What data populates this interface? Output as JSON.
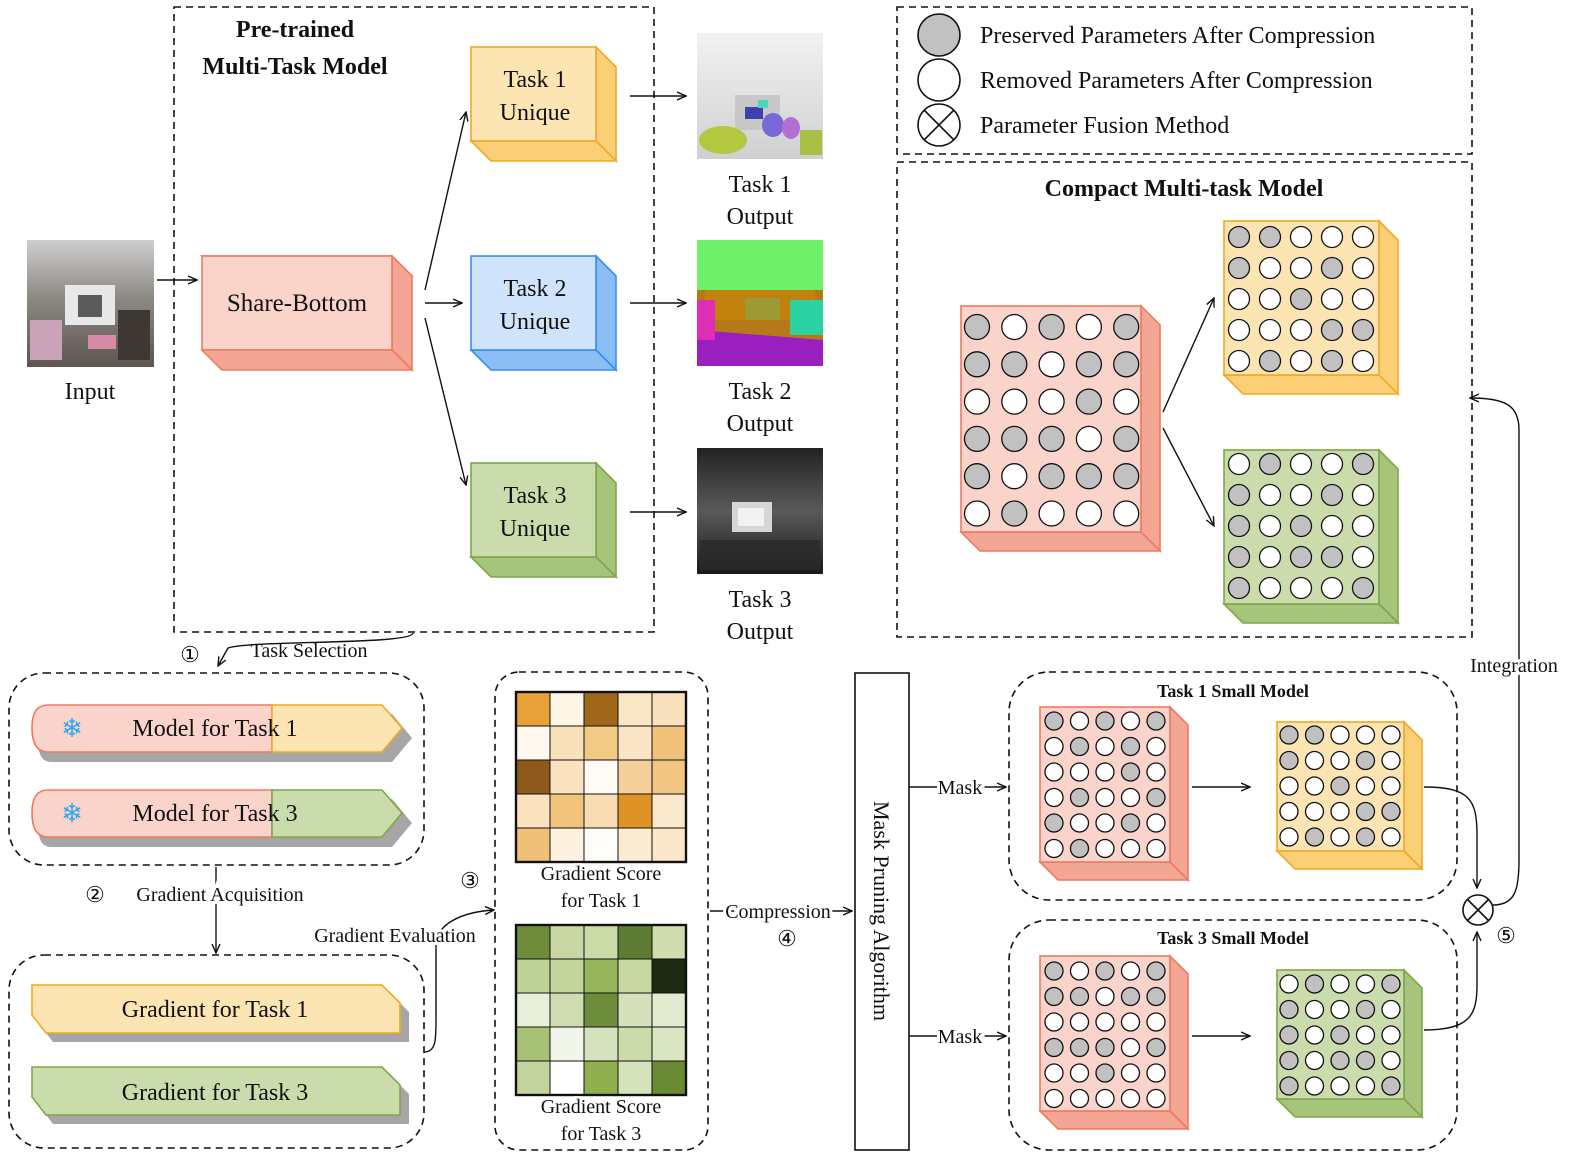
{
  "legend": {
    "preserved": "Preserved Parameters After Compression",
    "removed": "Removed Parameters After Compression",
    "fusion": "Parameter Fusion Method"
  },
  "pretrained": {
    "title_line1": "Pre-trained",
    "title_line2": "Multi-Task Model",
    "input_label": "Input",
    "share_bottom": "Share-Bottom",
    "heads": [
      {
        "line1": "Task 1",
        "line2": "Unique",
        "out1": "Task 1",
        "out2": "Output"
      },
      {
        "line1": "Task 2",
        "line2": "Unique",
        "out1": "Task 2",
        "out2": "Output"
      },
      {
        "line1": "Task 3",
        "line2": "Unique",
        "out1": "Task 3",
        "out2": "Output"
      }
    ]
  },
  "compact": {
    "title": "Compact Multi-task Model",
    "big_grid": [
      [
        1,
        0,
        1,
        0,
        1
      ],
      [
        1,
        1,
        0,
        1,
        1
      ],
      [
        0,
        0,
        0,
        1,
        0
      ],
      [
        1,
        1,
        1,
        0,
        1
      ],
      [
        1,
        0,
        1,
        1,
        1
      ],
      [
        0,
        1,
        0,
        0,
        0
      ]
    ],
    "task1_grid": [
      [
        1,
        1,
        0,
        0,
        0
      ],
      [
        1,
        0,
        0,
        1,
        0
      ],
      [
        0,
        0,
        1,
        0,
        0
      ],
      [
        0,
        0,
        0,
        1,
        1
      ],
      [
        0,
        1,
        0,
        1,
        0
      ]
    ],
    "task3_grid": [
      [
        0,
        1,
        0,
        0,
        1
      ],
      [
        1,
        0,
        0,
        1,
        0
      ],
      [
        1,
        0,
        1,
        0,
        0
      ],
      [
        1,
        0,
        1,
        1,
        0
      ],
      [
        1,
        0,
        0,
        0,
        1
      ]
    ]
  },
  "steps": {
    "s1": "①",
    "task_selection": "Task Selection",
    "model_task1": "Model for Task 1",
    "model_task3": "Model for Task 3",
    "snowflake": "❄",
    "s2": "②",
    "gradient_acquisition": "Gradient Acquisition",
    "gradient_task1": "Gradient for Task 1",
    "gradient_task3": "Gradient for Task 3",
    "gradient_evaluation": "Gradient Evaluation",
    "s3": "③",
    "score1_line1": "Gradient Score",
    "score1_line2": "for Task 1",
    "score3_line1": "Gradient Score",
    "score3_line2": "for Task 3",
    "compression": "Compression",
    "s4": "④",
    "mask_pruning": "Mask Pruning Algorithm",
    "mask1": "Mask",
    "mask2": "Mask",
    "integration": "Integration",
    "s5": "⑤",
    "small1_title": "Task 1 Small Model",
    "small3_title": "Task 3 Small Model"
  },
  "heatmap1": [
    [
      "#e8a23a",
      "#fdf5e6",
      "#a0661a",
      "#fae7c6",
      "#f8e2bd"
    ],
    [
      "#fef8ee",
      "#f9e1b9",
      "#f2c985",
      "#fae5c4",
      "#f1c27a"
    ],
    [
      "#8d5a1c",
      "#fae3be",
      "#fffaf4",
      "#f4d09a",
      "#f1c681"
    ],
    [
      "#fae2bf",
      "#f2c37c",
      "#f8ddb2",
      "#df9325",
      "#fbe9cd"
    ],
    [
      "#f0c07a",
      "#fdf2e0",
      "#fffdfa",
      "#fbebd0",
      "#fae6c8"
    ]
  ],
  "heatmap3": [
    [
      "#6e8c3a",
      "#c8d8a4",
      "#cbdba8",
      "#5d7b31",
      "#cfdcad"
    ],
    [
      "#bfd298",
      "#c3d49d",
      "#97b55c",
      "#c7d8a2",
      "#1e2a12"
    ],
    [
      "#e8efd9",
      "#d0dcb1",
      "#6e8d3c",
      "#d5e1ba",
      "#e2ebcf"
    ],
    [
      "#a7c176",
      "#f2f6ea",
      "#d6e2bd",
      "#cbdba9",
      "#dae5c2"
    ],
    [
      "#c3d49e",
      "#ffffff",
      "#90b04f",
      "#d6e2bc",
      "#6a8a36"
    ]
  ],
  "small1_left": [
    [
      1,
      0,
      1,
      0,
      1
    ],
    [
      0,
      1,
      0,
      1,
      0
    ],
    [
      0,
      0,
      0,
      1,
      0
    ],
    [
      0,
      1,
      0,
      0,
      1
    ],
    [
      1,
      0,
      0,
      1,
      0
    ],
    [
      0,
      1,
      0,
      0,
      0
    ]
  ],
  "small1_right": [
    [
      1,
      1,
      0,
      0,
      0
    ],
    [
      1,
      0,
      0,
      1,
      0
    ],
    [
      0,
      0,
      1,
      0,
      0
    ],
    [
      0,
      0,
      0,
      1,
      1
    ],
    [
      0,
      1,
      0,
      1,
      0
    ]
  ],
  "small3_left": [
    [
      1,
      0,
      1,
      0,
      1
    ],
    [
      1,
      1,
      0,
      1,
      1
    ],
    [
      0,
      0,
      0,
      0,
      0
    ],
    [
      1,
      1,
      1,
      0,
      1
    ],
    [
      0,
      0,
      1,
      0,
      0
    ],
    [
      0,
      0,
      0,
      0,
      0
    ]
  ],
  "small3_right": [
    [
      0,
      1,
      0,
      0,
      1
    ],
    [
      1,
      0,
      0,
      1,
      0
    ],
    [
      1,
      0,
      1,
      0,
      0
    ],
    [
      1,
      0,
      1,
      1,
      0
    ],
    [
      1,
      0,
      0,
      0,
      1
    ]
  ],
  "colors": {
    "pink_face": "#fad3cb",
    "pink_side": "#f4a695",
    "pink_stroke": "#ee7a62",
    "orange_face": "#fde4b3",
    "orange_side": "#fbcf76",
    "orange_stroke": "#f0a825",
    "blue_face": "#cfe3fa",
    "blue_side": "#89bdf3",
    "blue_stroke": "#3d8ee6",
    "green_face": "#cbdcac",
    "green_side": "#a6c47a",
    "green_stroke": "#7ea64b",
    "node_filled": "#c1c1c1"
  }
}
